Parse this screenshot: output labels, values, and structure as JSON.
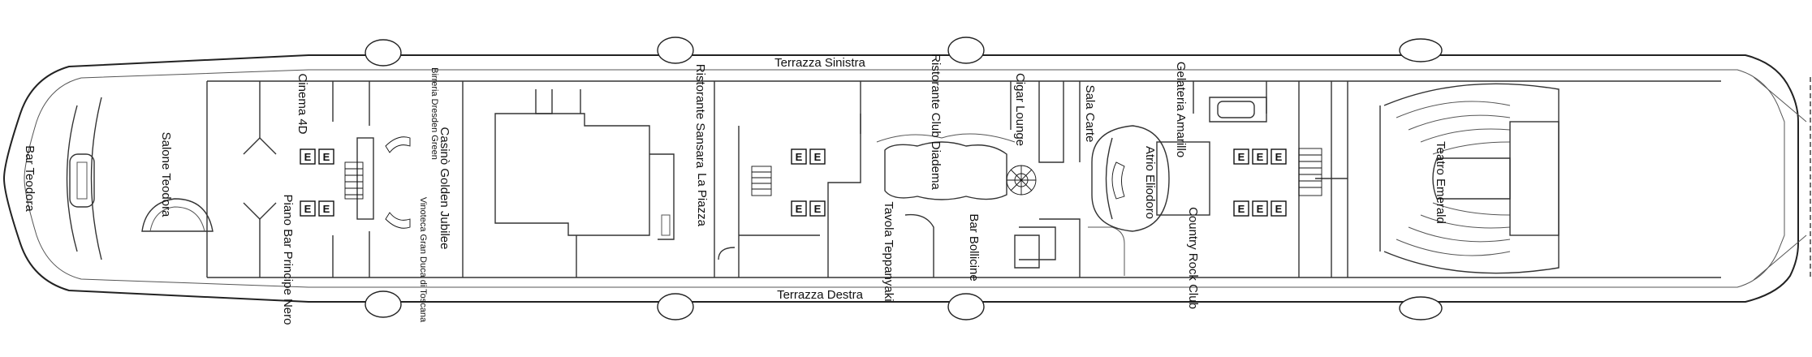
{
  "terraces": {
    "port": "Terrazza Sinistra",
    "starboard": "Terrazza Destra"
  },
  "rooms": {
    "bar_teodora": "Bar Teodora",
    "salone_teodora": "Salone Teodora",
    "cinema_4d": "Cinema 4D",
    "piano_bar": "Piano Bar Principe Nero",
    "birreria": "Birreria Dresden Green",
    "vinoteca": "Vinoteca Gran Duca di Toscana",
    "casino": "Casinò Golden Jubilee",
    "ristorante_sansara": "Ristorante Sansara",
    "la_piazza": "La Piazza",
    "tavola_teppanyaki": "Tavola Teppanyaki",
    "ristorante_diadema": "Ristorante Club Diadema",
    "bar_bollicine": "Bar Bollicine",
    "cigar_lounge": "Cigar Lounge",
    "sala_carte": "Sala Carte",
    "gelateria": "Gelateria Amarillo",
    "atrio": "Atrio Eliodoro",
    "country_rock": "Country Rock Club",
    "teatro": "Teatro Emerald"
  },
  "elevator_letter": "E"
}
